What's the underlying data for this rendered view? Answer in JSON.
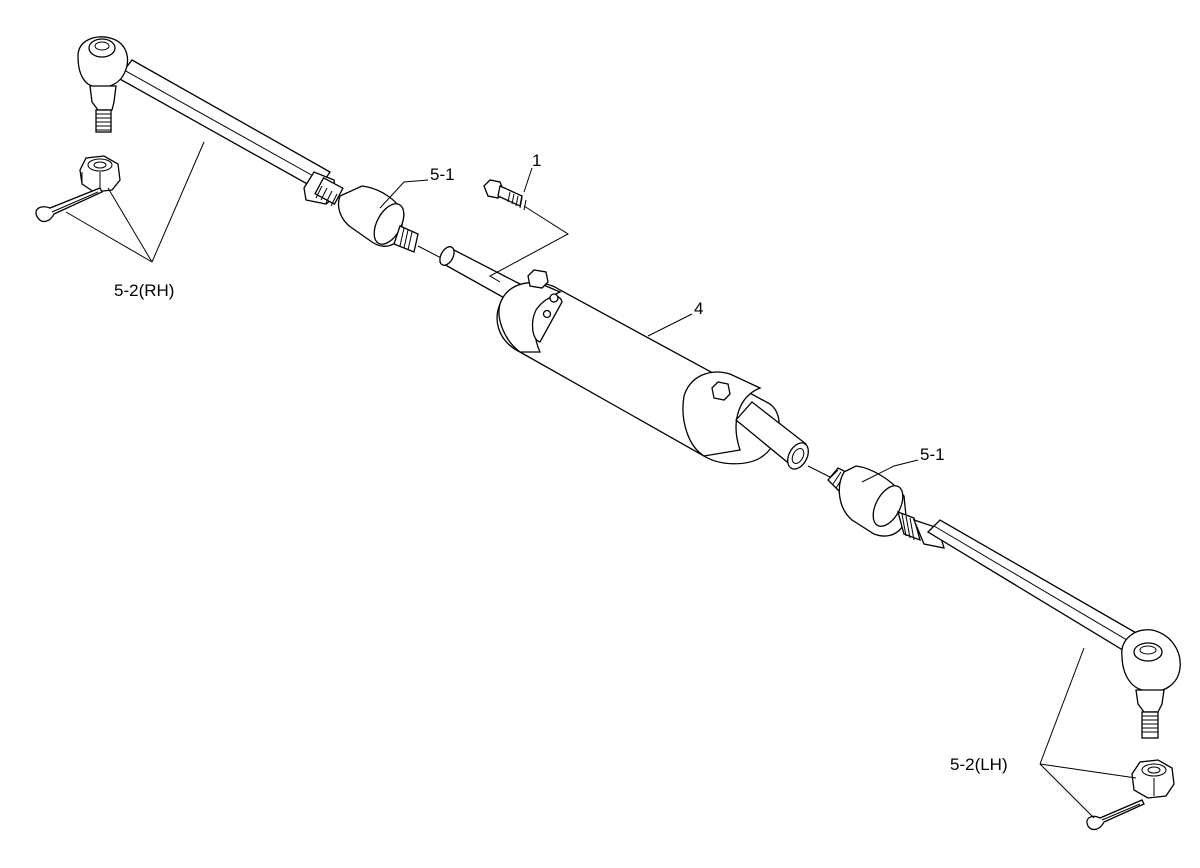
{
  "callouts": {
    "bolt": "1",
    "cylinder": "4",
    "adapter_upper": "5-1",
    "adapter_lower": "5-1",
    "tie_rod_rh": "5-2(RH)",
    "tie_rod_lh": "5-2(LH)"
  }
}
